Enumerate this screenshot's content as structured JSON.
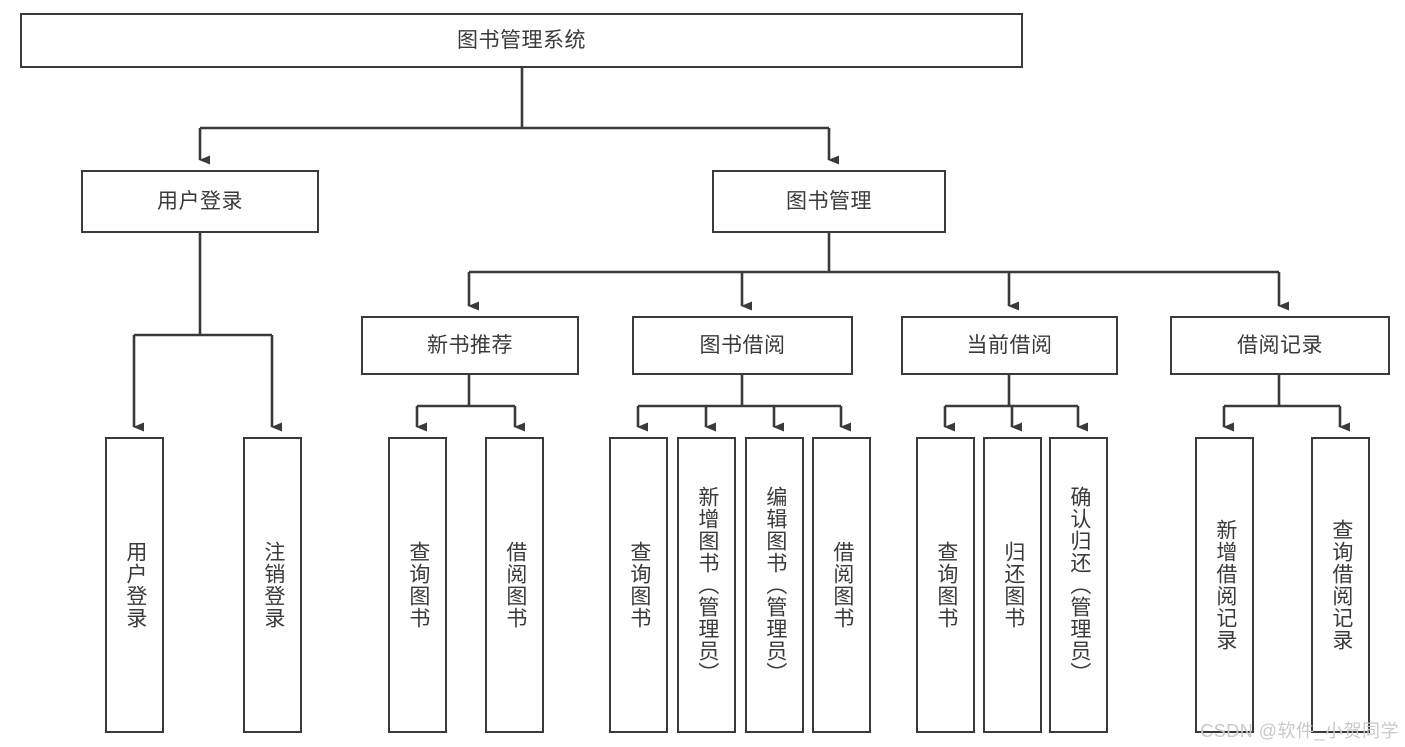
{
  "diagram": {
    "title": "图书管理系统",
    "type": "tree",
    "watermark": "CSDN @软件_小贺同学",
    "colors": {
      "stroke": "#3a3a3a",
      "background": "#ffffff",
      "watermark": "#c9c9c9"
    },
    "root": {
      "label": "图书管理系统"
    },
    "level2": [
      {
        "label": "用户登录"
      },
      {
        "label": "图书管理"
      }
    ],
    "level3": [
      {
        "label": "新书推荐"
      },
      {
        "label": "图书借阅"
      },
      {
        "label": "当前借阅"
      },
      {
        "label": "借阅记录"
      }
    ],
    "leaves": {
      "user_login": [
        {
          "label": "用户登录"
        },
        {
          "label": "注销登录"
        }
      ],
      "new_book": [
        {
          "label": "查询图书"
        },
        {
          "label": "借阅图书"
        }
      ],
      "book_borrow": [
        {
          "label": "查询图书"
        },
        {
          "label": "新增图书（管理员）"
        },
        {
          "label": "编辑图书（管理员）"
        },
        {
          "label": "借阅图书"
        }
      ],
      "current_borrow": [
        {
          "label": "查询图书"
        },
        {
          "label": "归还图书"
        },
        {
          "label": "确认归还（管理员）"
        }
      ],
      "borrow_record": [
        {
          "label": "新增借阅记录"
        },
        {
          "label": "查询借阅记录"
        }
      ]
    }
  }
}
